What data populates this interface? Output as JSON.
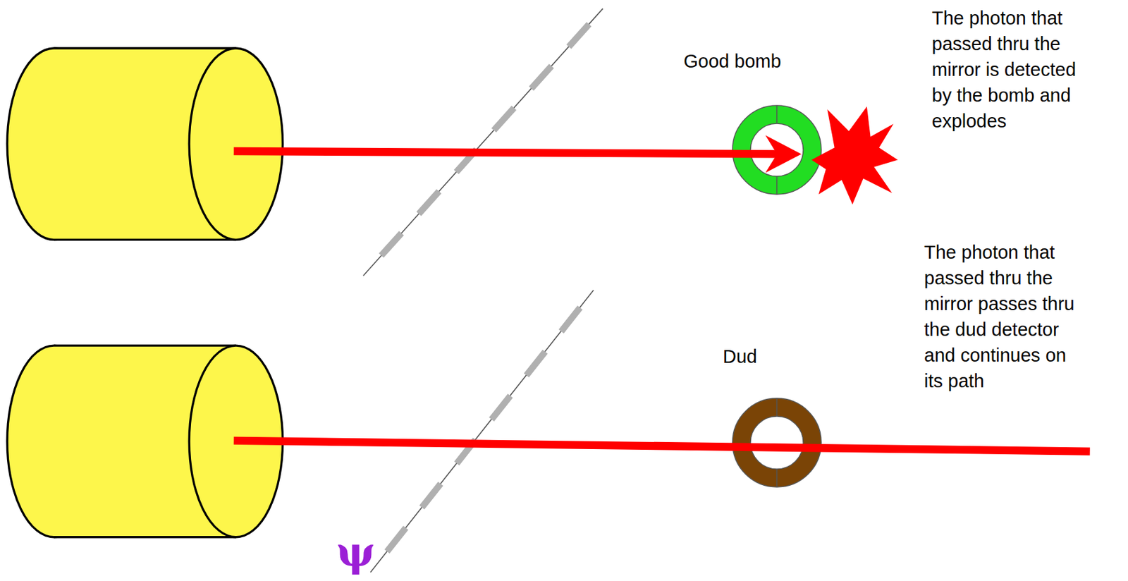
{
  "diagram": {
    "nodes": [
      {
        "text": [
          "Good bomb"
        ]
      },
      {
        "text": [
          "Dud"
        ]
      }
    ],
    "labels": [
      "The photon that passed thru the mirror is detected by the bomb and explodes",
      "The photon that passed thru the mirror passes thru the dud detector and continues on its path",
      "ψ"
    ]
  }
}
